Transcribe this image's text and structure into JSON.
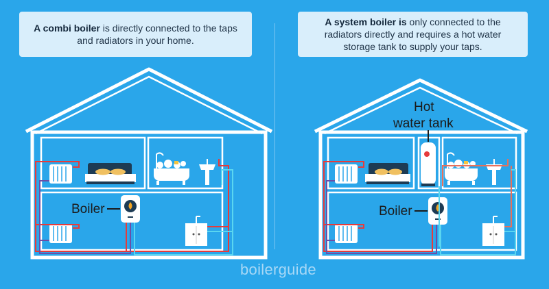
{
  "left_caption": {
    "bold": "A combi boiler",
    "rest": " is directly connected to the taps and radiators in your home."
  },
  "right_caption": {
    "bold": "A system boiler is",
    "rest": " only connected to the radiators directly and requires a hot water storage tank to supply your taps."
  },
  "labels": {
    "left_boiler": "Boiler",
    "right_boiler": "Boiler",
    "tank_line1": "Hot",
    "tank_line2": "water tank"
  },
  "brand": {
    "part1": "boiler",
    "part2": "guide"
  },
  "colors": {
    "background": "#2aa6ea",
    "house_outline": "#ffffff",
    "hot_pipe": "#e63b3b",
    "cold_pipe": "#5ad6f0",
    "return_pipe": "#6a4fa8",
    "flame": "#f5a623"
  }
}
